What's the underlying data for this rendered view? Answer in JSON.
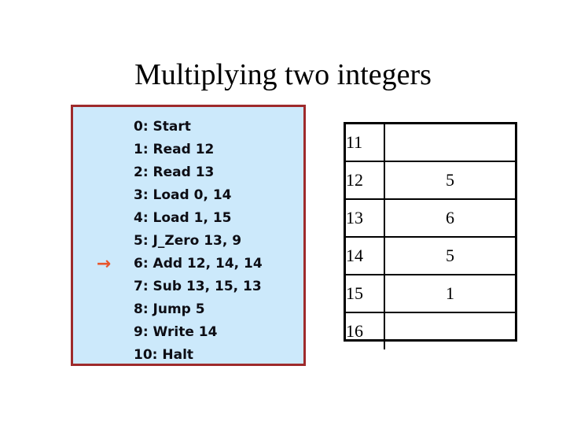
{
  "slide": {
    "title": "Multiplying two integers",
    "background_color": "#ffffff"
  },
  "program": {
    "panel_background": "#cce9fb",
    "panel_border_color": "#9e2a2b",
    "pc_marker": "→",
    "pc_marker_color": "#e8552b",
    "current_line_index": 6,
    "lines": [
      {
        "label": "0: Start"
      },
      {
        "label": "1: Read 12"
      },
      {
        "label": "2: Read 13"
      },
      {
        "label": "3: Load 0, 14"
      },
      {
        "label": "4: Load 1, 15"
      },
      {
        "label": "5: J_Zero 13, 9"
      },
      {
        "label": "6: Add 12, 14, 14"
      },
      {
        "label": "7: Sub 13, 15, 13"
      },
      {
        "label": "8: Jump 5"
      },
      {
        "label": "9: Write 14"
      },
      {
        "label": "10: Halt"
      }
    ]
  },
  "memory": {
    "rows": [
      {
        "address": "11",
        "value": ""
      },
      {
        "address": "12",
        "value": "5"
      },
      {
        "address": "13",
        "value": "6"
      },
      {
        "address": "14",
        "value": "5"
      },
      {
        "address": "15",
        "value": "1"
      },
      {
        "address": "16",
        "value": ""
      }
    ]
  }
}
